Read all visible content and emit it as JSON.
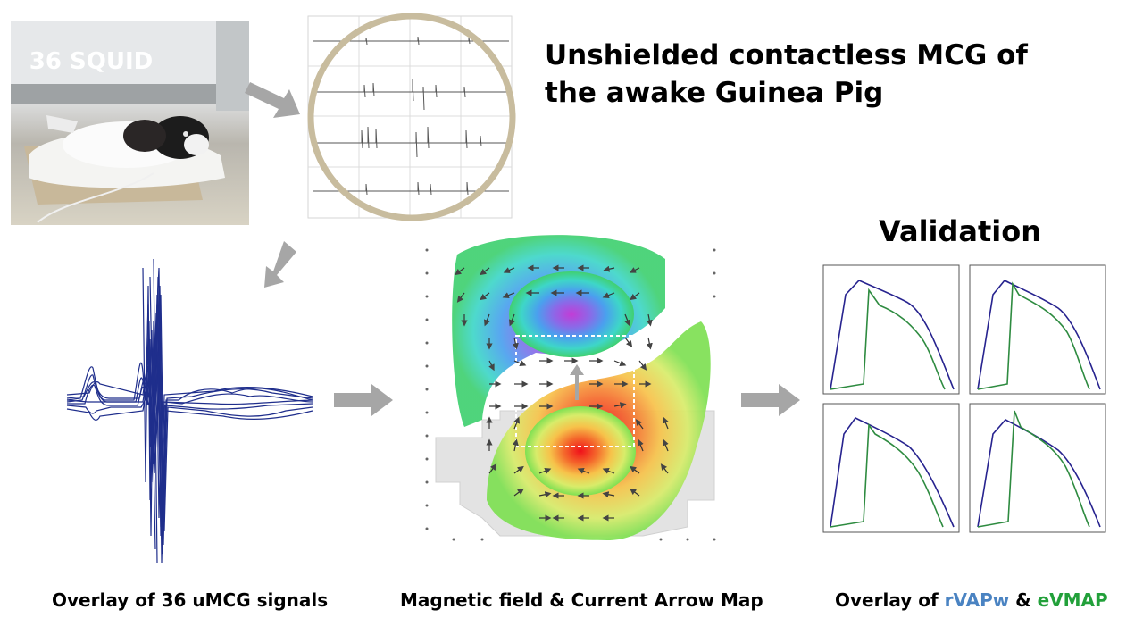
{
  "photo": {
    "label": "36 SQUID"
  },
  "title": {
    "line1": "Unshielded contactless MCG of",
    "line2": "the awake Guinea Pig"
  },
  "validation": {
    "heading": "Validation"
  },
  "captions": {
    "overlay_signals": "Overlay of 36 uMCG signals",
    "field_map": "Magnetic field & Current Arrow Map",
    "overlay_prefix": "Overlay of ",
    "rvapw": "rVAPw",
    "amp": " & ",
    "evmap": "eVMAP"
  },
  "colors": {
    "arrow": "#a6a6a6",
    "ring": "#c8bc9e",
    "trace": "#1f2e8c",
    "rvapw": "#4a83c2",
    "evmap": "#22a03a",
    "blue_curve": "#27238f",
    "green_curve": "#2e8b40"
  }
}
